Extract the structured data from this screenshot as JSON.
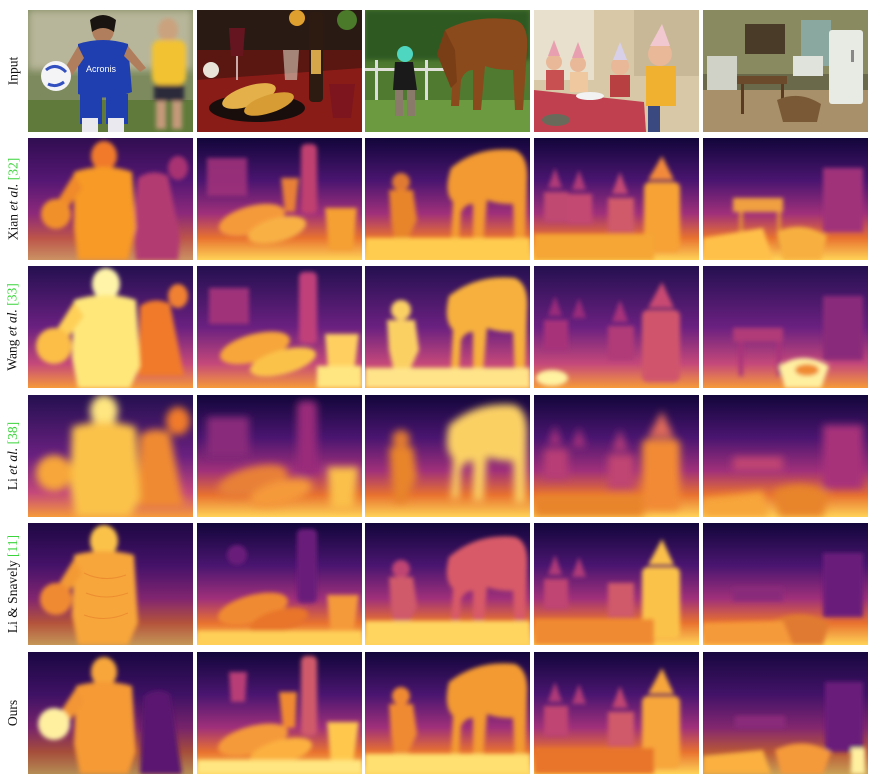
{
  "rows": [
    {
      "id": "input",
      "label": "Input"
    },
    {
      "id": "xian",
      "label_pre": "Xian ",
      "label_ital": "et al.",
      "label_ref": "[32]"
    },
    {
      "id": "wang",
      "label_pre": "Wang ",
      "label_ital": "et al.",
      "label_ref": "[33]"
    },
    {
      "id": "li",
      "label_pre": "Li ",
      "label_ital": "et al.",
      "label_ref": "[38]"
    },
    {
      "id": "lisnavely",
      "label_pre": "Li & Snavely ",
      "label_ref": "[11]"
    },
    {
      "id": "ours",
      "label": "Ours"
    }
  ],
  "columns": [
    "soccer",
    "table-wine",
    "horse",
    "party",
    "kitchen"
  ],
  "shirt_text": "Acronis",
  "colors": {
    "ref_green": "#3cd43c",
    "depth_far": "#14063a",
    "depth_mid": "#a0307a",
    "depth_near": "#f6a21e",
    "depth_closest": "#fff2a0"
  }
}
